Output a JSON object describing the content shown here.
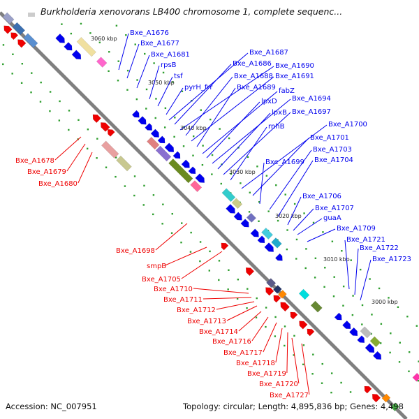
{
  "header": {
    "title": "Burkholderia xenovorans LB400 chromosome 1, complete sequenc..."
  },
  "footer": {
    "accession": "Accession: NC_007951",
    "summary": "Topology: circular; Length: 4,895,836 bp; Genes: 4,498"
  },
  "colors": {
    "forward_strand": "#0000ee",
    "reverse_strand": "#ee0000",
    "backbone": "#7f7f7f",
    "tick_dots": "#2e9e2e"
  },
  "kbp_ticks": [
    "3060 kbp",
    "3050 kbp",
    "3040 kbp",
    "3030 kbp",
    "3020 kbp",
    "3010 kbp",
    "3000 kbp"
  ],
  "forward_labels": [
    "Bxe_A1676",
    "Bxe_A1677",
    "Bxe_A1681",
    "rpsB",
    "tsf",
    "pyrH_frr",
    "Bxe_A1687",
    "Bxe_A1686",
    "Bxe_A1690",
    "Bxe_A1688",
    "Bxe_A1691",
    "Bxe_A1689",
    "fabZ",
    "lpxD",
    "Bxe_A1694",
    "lpxB",
    "Bxe_A1697",
    "rnhB",
    "Bxe_A1700",
    "Bxe_A1701",
    "Bxe_A1699",
    "Bxe_A1703",
    "Bxe_A1704",
    "Bxe_A1706",
    "Bxe_A1707",
    "guaA",
    "Bxe_A1709",
    "Bxe_A1721",
    "Bxe_A1722",
    "Bxe_A1723"
  ],
  "reverse_labels": [
    "Bxe_A1678",
    "Bxe_A1679",
    "Bxe_A1680",
    "Bxe_A1698",
    "smpB",
    "Bxe_A1705",
    "Bxe_A1710",
    "Bxe_A1711",
    "Bxe_A1712",
    "Bxe_A1713",
    "Bxe_A1714",
    "Bxe_A1716",
    "Bxe_A1717",
    "Bxe_A1718",
    "Bxe_A1719",
    "Bxe_A1720",
    "Bxe_A1727"
  ]
}
